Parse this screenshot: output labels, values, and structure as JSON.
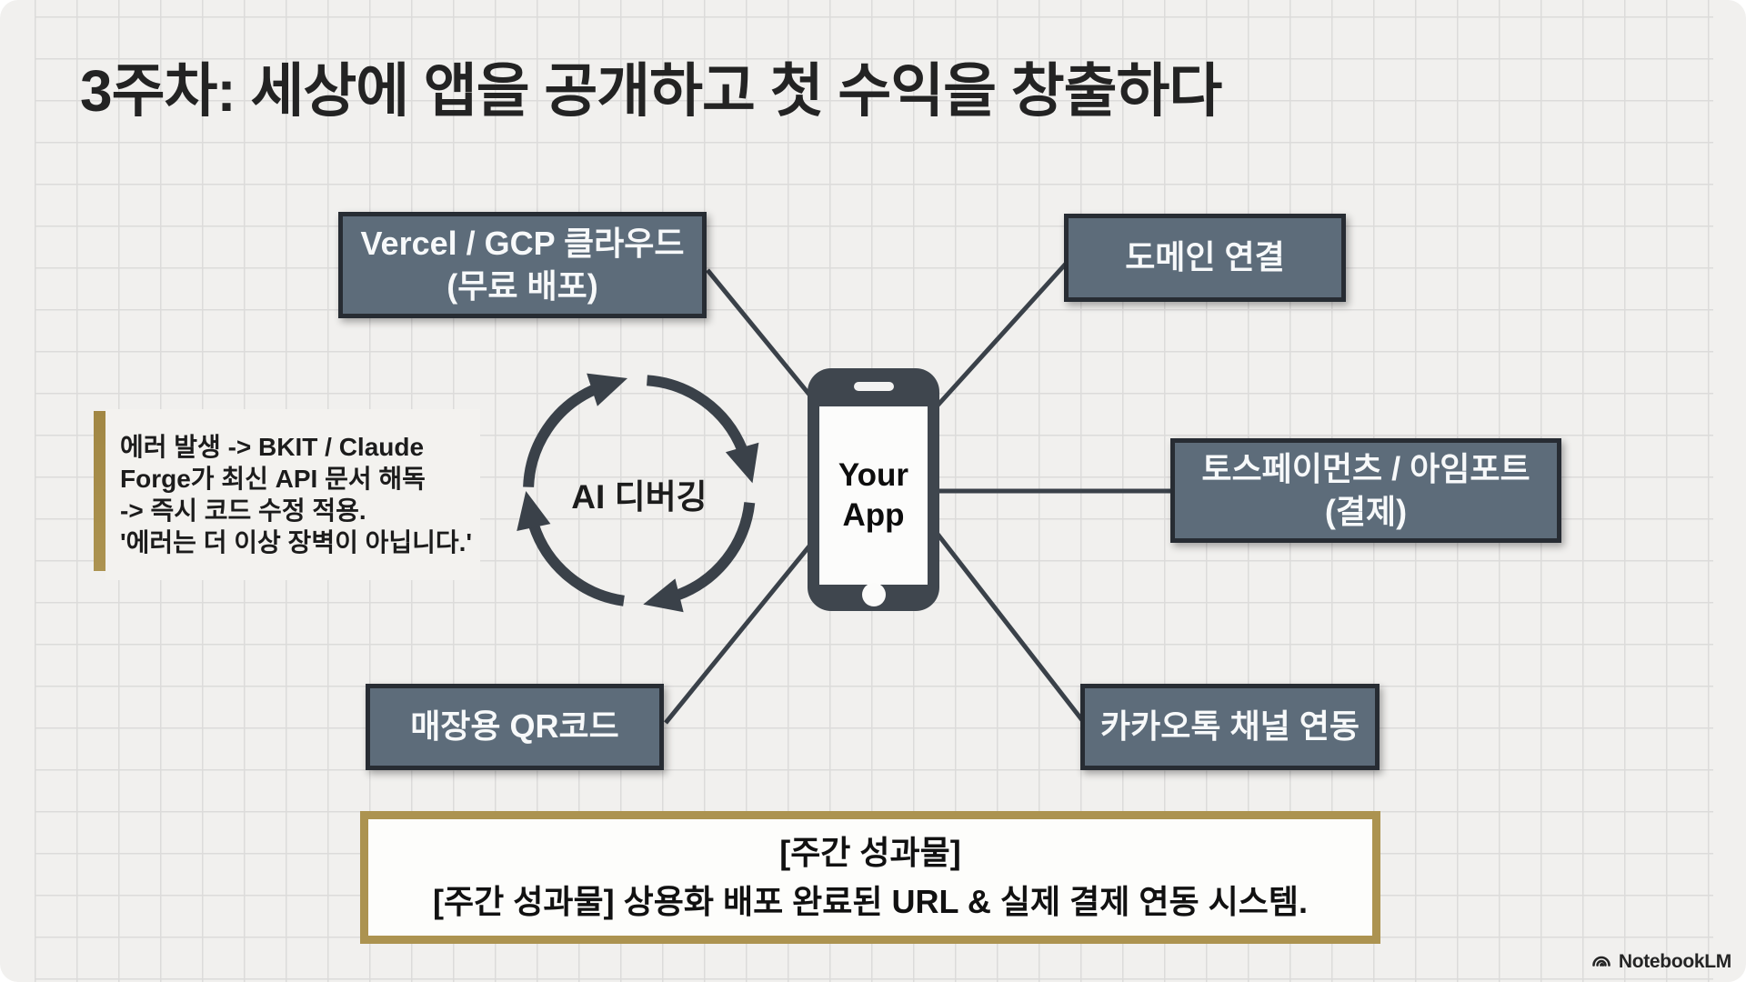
{
  "slide": {
    "title": "3주차: 세상에 앱을 공개하고 첫 수익을 창출하다",
    "cycle": {
      "label": "AI 디버깅"
    },
    "quote": {
      "lines": [
        "에러 발생 -> BKIT / Claude",
        "Forge가 최신 API 문서 해독",
        "-> 즉시 코드 수정 적용.",
        "'에러는 더 이상 장벽이 아닙니다.'"
      ]
    },
    "phone": {
      "line1": "Your",
      "line2": "App"
    },
    "nodes": {
      "deploy": {
        "line1": "Vercel / GCP 클라우드",
        "line2": "(무료 배포)"
      },
      "domain": {
        "label": "도메인 연결"
      },
      "payment": {
        "line1": "토스페이먼츠 / 아임포트",
        "line2": "(결제)"
      },
      "qr": {
        "label": "매장용 QR코드"
      },
      "kakao": {
        "label": "카카오톡 채널 연동"
      }
    },
    "outcome": {
      "line1": "[주간 성과물]",
      "line2": "[주간 성과물] 상용화 배포 완료된 URL & 실제 결제 연동 시스템."
    },
    "footer": {
      "brand": "NotebookLM"
    }
  },
  "colors": {
    "slide_bg": "#f1f0ee",
    "grid_line": "#dcdbda",
    "node_fill": "#5d6c7a",
    "node_border": "#272c33",
    "node_text": "#f7f9fa",
    "connector": "#3a4149",
    "phone_body": "#3f464e",
    "phone_screen": "#fcfcfb",
    "accent_gold": "#ac9350",
    "panel_bg": "#f3f2ef",
    "outcome_bg": "#fdfdfb",
    "text_dark": "#1c1c1c",
    "title_color": "#232323"
  }
}
